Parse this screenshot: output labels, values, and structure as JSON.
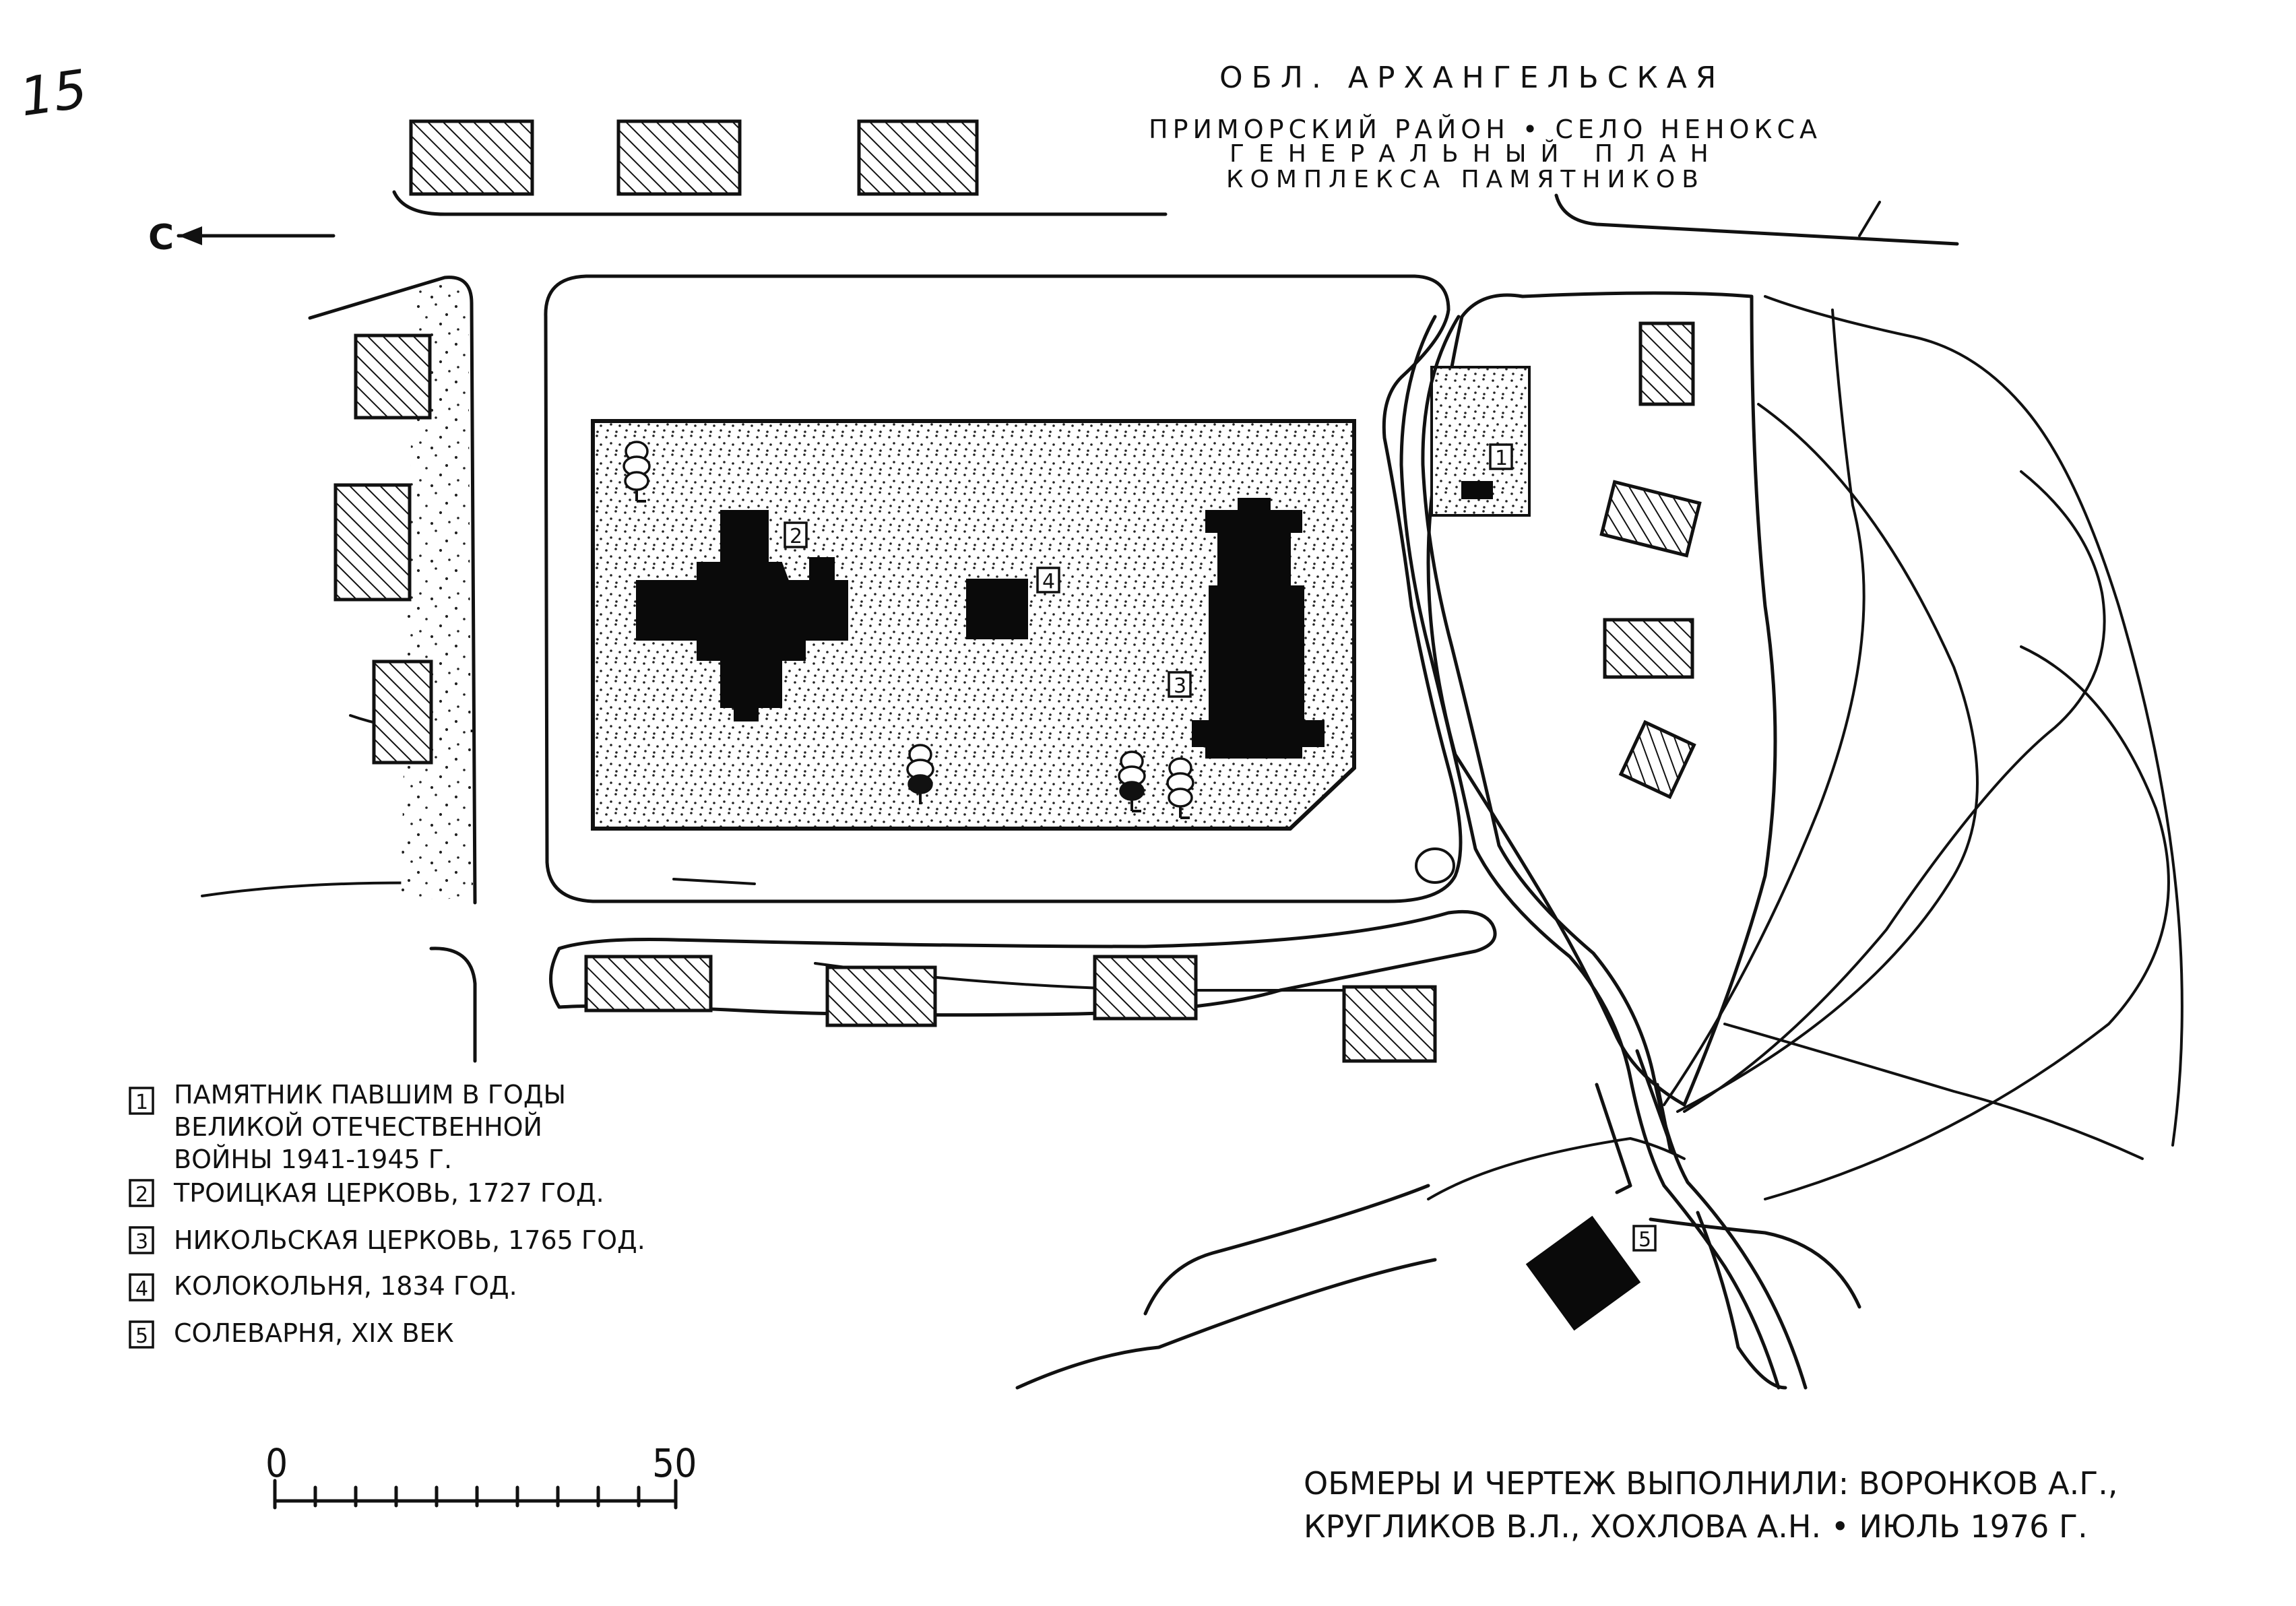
{
  "sheet_number": "15",
  "north_label": "С",
  "title": {
    "region": "ОБЛ. АРХАНГЕЛЬСКАЯ",
    "district": "ПРИМОРСКИЙ РАЙОН • СЕЛО НЕНОКСА",
    "plan_line1": "ГЕНЕРАЛЬНЫЙ ПЛАН",
    "plan_line2": "КОМПЛЕКСА ПАМЯТНИКОВ"
  },
  "markers": [
    "1",
    "2",
    "3",
    "4",
    "5"
  ],
  "legend": [
    {
      "num": "1",
      "lines": [
        "ПАМЯТНИК ПАВШИМ В ГОДЫ",
        "ВЕЛИКОЙ ОТЕЧЕСТВЕННОЙ",
        "ВОЙНЫ 1941-1945 Г."
      ]
    },
    {
      "num": "2",
      "lines": [
        "ТРОИЦКАЯ ЦЕРКОВЬ, 1727 ГОД."
      ]
    },
    {
      "num": "3",
      "lines": [
        "НИКОЛЬСКАЯ ЦЕРКОВЬ, 1765 ГОД."
      ]
    },
    {
      "num": "4",
      "lines": [
        "КОЛОКОЛЬНЯ, 1834 ГОД."
      ]
    },
    {
      "num": "5",
      "lines": [
        "СОЛЕВАРНЯ, XIX ВЕК"
      ]
    }
  ],
  "scale": {
    "start": "0",
    "end": "50"
  },
  "credits": {
    "line1": "ОБМЕРЫ И ЧЕРТЕЖ ВЫПОЛНИЛИ: ВОРОНКОВ А.Г.,",
    "line2": "КРУГЛИКОВ В.Л., ХОХЛОВА А.Н. • ИЮЛЬ 1976 Г."
  }
}
